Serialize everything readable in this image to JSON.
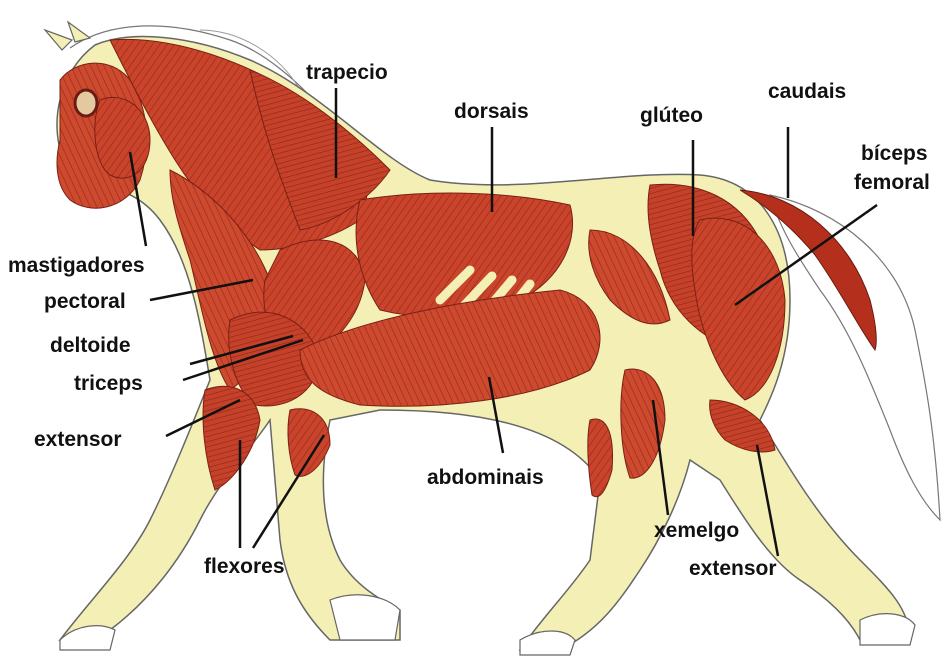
{
  "diagram": {
    "labels": {
      "trapecio": "trapecio",
      "dorsais": "dorsais",
      "gluteo": "glúteo",
      "caudais": "caudais",
      "biceps_femoral_line1": "bíceps",
      "biceps_femoral_line2": "femoral",
      "mastigadores": "mastigadores",
      "pectoral": "pectoral",
      "deltoide": "deltoide",
      "triceps": "triceps",
      "extensor_front": "extensor",
      "abdominais": "abdominais",
      "flexores": "flexores",
      "xemelgo": "xemelgo",
      "extensor_hind": "extensor"
    },
    "colors": {
      "muscle": "#c9442b",
      "muscle_dark": "#8e2418",
      "tendon": "#f3efb0",
      "outline": "#555555",
      "background": "#ffffff"
    }
  }
}
